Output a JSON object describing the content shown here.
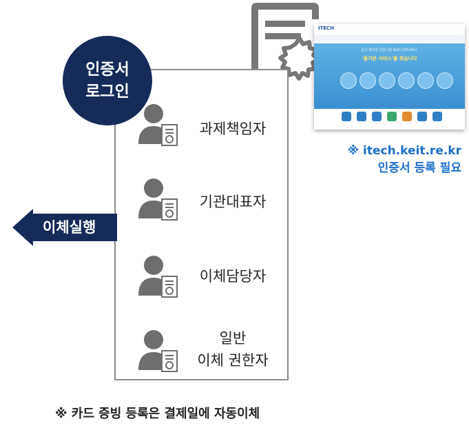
{
  "login_badge": {
    "line1": "인증서",
    "line2": "로그인"
  },
  "roles": [
    {
      "label": "과제책임자"
    },
    {
      "label": "기관대표자"
    },
    {
      "label": "이체담당자"
    },
    {
      "line1": "일반",
      "line2": "이체 권한자"
    }
  ],
  "action_arrow": {
    "label": "이체실행"
  },
  "site_screenshot": {
    "logo": "ITECH",
    "tagline": "쉽고 편리한 산업기술 R&D 업무서비스",
    "headline": "'즐거운 서비스'를 찾습니다"
  },
  "url_note": {
    "line1": "※ itech.keit.re.kr",
    "line2": "인증서 등록 필요"
  },
  "bottom_note": "※ 카드 증빙 등록은 결제일에 자동이체",
  "colors": {
    "navy": "#162b5a",
    "link_blue": "#1d6fc9",
    "person_gray": "#6e6e6e"
  }
}
